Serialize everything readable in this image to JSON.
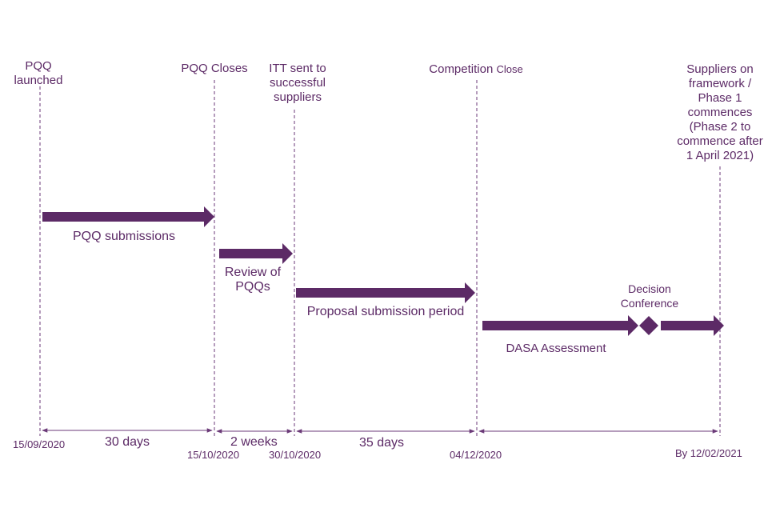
{
  "milestones": {
    "pqq_launched": "PQQ\nlaunched",
    "pqq_closes": "PQQ Closes",
    "itt_sent": "ITT sent to\nsuccessful\nsuppliers",
    "competition_close_main": "Competition",
    "competition_close_small": "Close",
    "suppliers_on_framework": "Suppliers on\nframework /\nPhase 1\ncommences\n(Phase 2 to\ncommence after\n1 April 2021)"
  },
  "phases": {
    "pqq_submissions": "PQQ submissions",
    "review_of_pqqs": "Review of\nPQQs",
    "proposal_submission_period": "Proposal submission period",
    "dasa_assessment": "DASA Assessment",
    "decision_conference": "Decision\nConference"
  },
  "dates": {
    "d1": "15/09/2020",
    "d2": "15/10/2020",
    "d3": "30/10/2020",
    "d4": "04/12/2020",
    "d5": "By 12/02/2021"
  },
  "durations": {
    "p1": "30 days",
    "p2": "2 weeks",
    "p3": "35 days"
  },
  "colors": {
    "primary": "#5c2a66"
  }
}
